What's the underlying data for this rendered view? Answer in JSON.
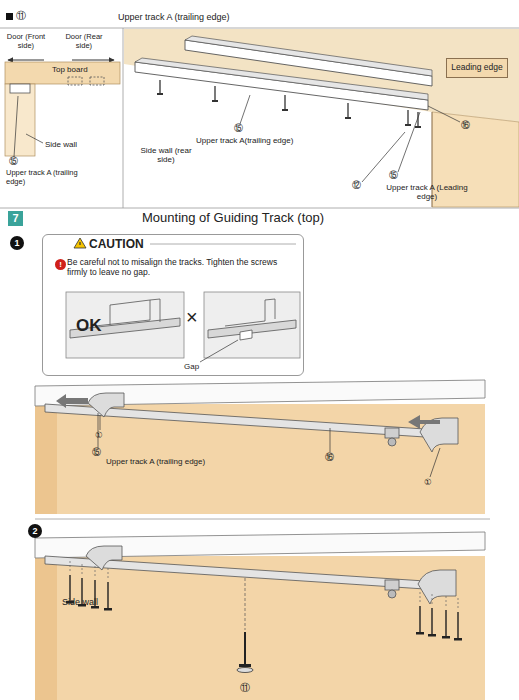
{
  "diagram": {
    "title": "Mounting of Guiding Track (top)",
    "nodes": [
      {
        "text": [
          "Leading edge"
        ]
      },
      {
        "text": [
          "7"
        ]
      },
      {
        "text": [
          "1"
        ]
      },
      {
        "text": [
          "CAUTION",
          "Be careful not to misalign the tracks. Tighten the screws firmly to leave no gap."
        ]
      },
      {
        "text": [
          "!"
        ],
        "in": 3
      },
      {
        "text": [
          "2"
        ]
      }
    ],
    "edges": [],
    "labels": [
      "⑪",
      "Upper track A (trailing edge)",
      "Door (Front side)",
      "Door (Rear side)",
      "Top board",
      "Side wall",
      "⑮",
      "Upper track A (trailing edge)",
      "⑮",
      "Upper track A(trailing edge)",
      "⑯",
      "Side wall (rear side)",
      "⑫",
      "⑮",
      "Upper track A (Leading edge)",
      "OK",
      "×",
      "Gap",
      "①",
      "⑮",
      "Upper track A (trailing edge)",
      "⑯",
      "①",
      "Side wall",
      "⑪"
    ]
  }
}
